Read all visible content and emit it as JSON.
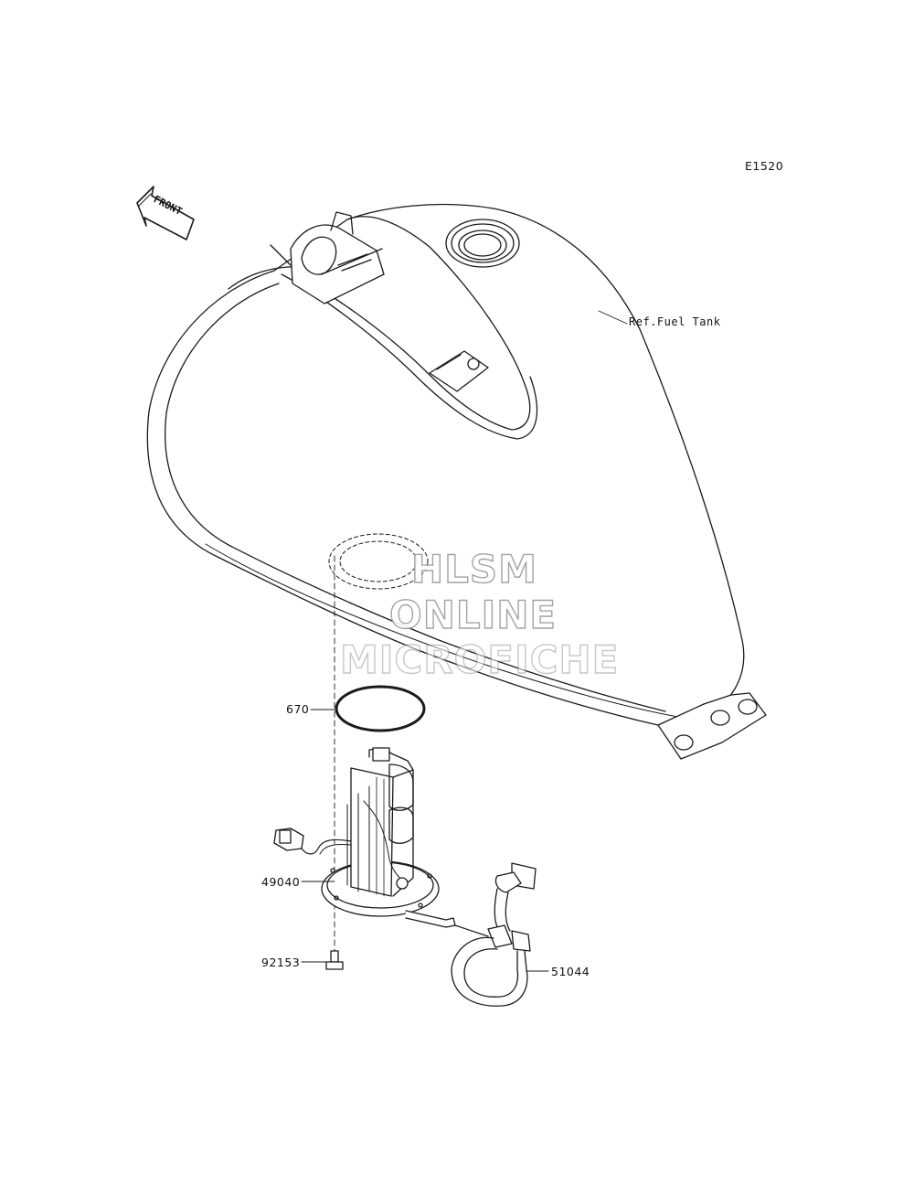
{
  "diagram": {
    "code": "E1520",
    "front_arrow_text": "FRONT",
    "reference_label": "Ref.Fuel Tank"
  },
  "parts": [
    {
      "number": "670"
    },
    {
      "number": "49040"
    },
    {
      "number": "92153"
    },
    {
      "number": "51044"
    }
  ],
  "watermark": {
    "line1": "HLSM",
    "line2": "ONLINE",
    "line3": "MICROFICHE"
  },
  "colors": {
    "line": "#1a1a1a",
    "background": "#ffffff",
    "watermark_outline": "#9a9a9a"
  },
  "icons": [
    "front-arrow-icon",
    "fuel-tank-icon",
    "o-ring-icon",
    "fuel-pump-icon",
    "bolt-icon",
    "fuel-hose-icon"
  ]
}
